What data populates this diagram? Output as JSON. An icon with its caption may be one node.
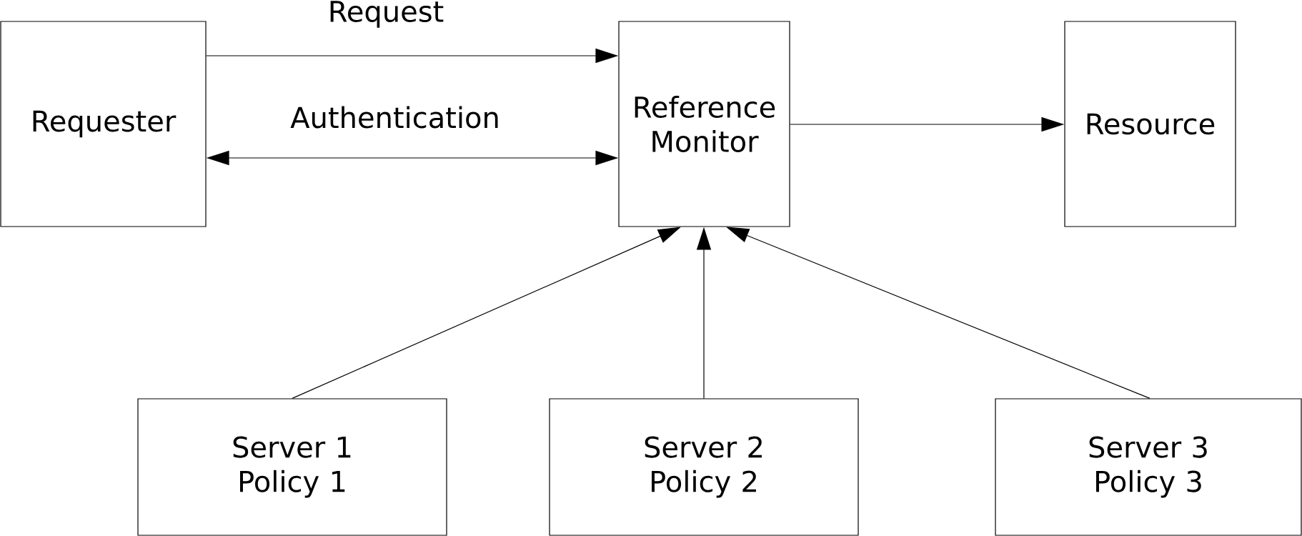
{
  "diagram": {
    "nodes": [
      {
        "text": [
          "Requester"
        ]
      },
      {
        "text": [
          "Reference Monitor"
        ]
      },
      {
        "text": [
          "Resource"
        ]
      },
      {
        "text": [
          "Server 1 Policy 1"
        ]
      },
      {
        "text": [
          "Server 2 Policy 2"
        ]
      },
      {
        "text": [
          "Server 3 Policy 3"
        ]
      }
    ],
    "edges": [
      {
        "from": 0,
        "to": 1,
        "arrow": "to",
        "label": "Request"
      },
      {
        "from": 0,
        "to": 1,
        "arrow": "both",
        "label": "Authentication"
      },
      {
        "from": 1,
        "to": 2,
        "arrow": "to"
      },
      {
        "from": 3,
        "to": 1,
        "arrow": "to"
      },
      {
        "from": 4,
        "to": 1,
        "arrow": "to"
      },
      {
        "from": 5,
        "to": 1,
        "arrow": "to"
      }
    ]
  }
}
